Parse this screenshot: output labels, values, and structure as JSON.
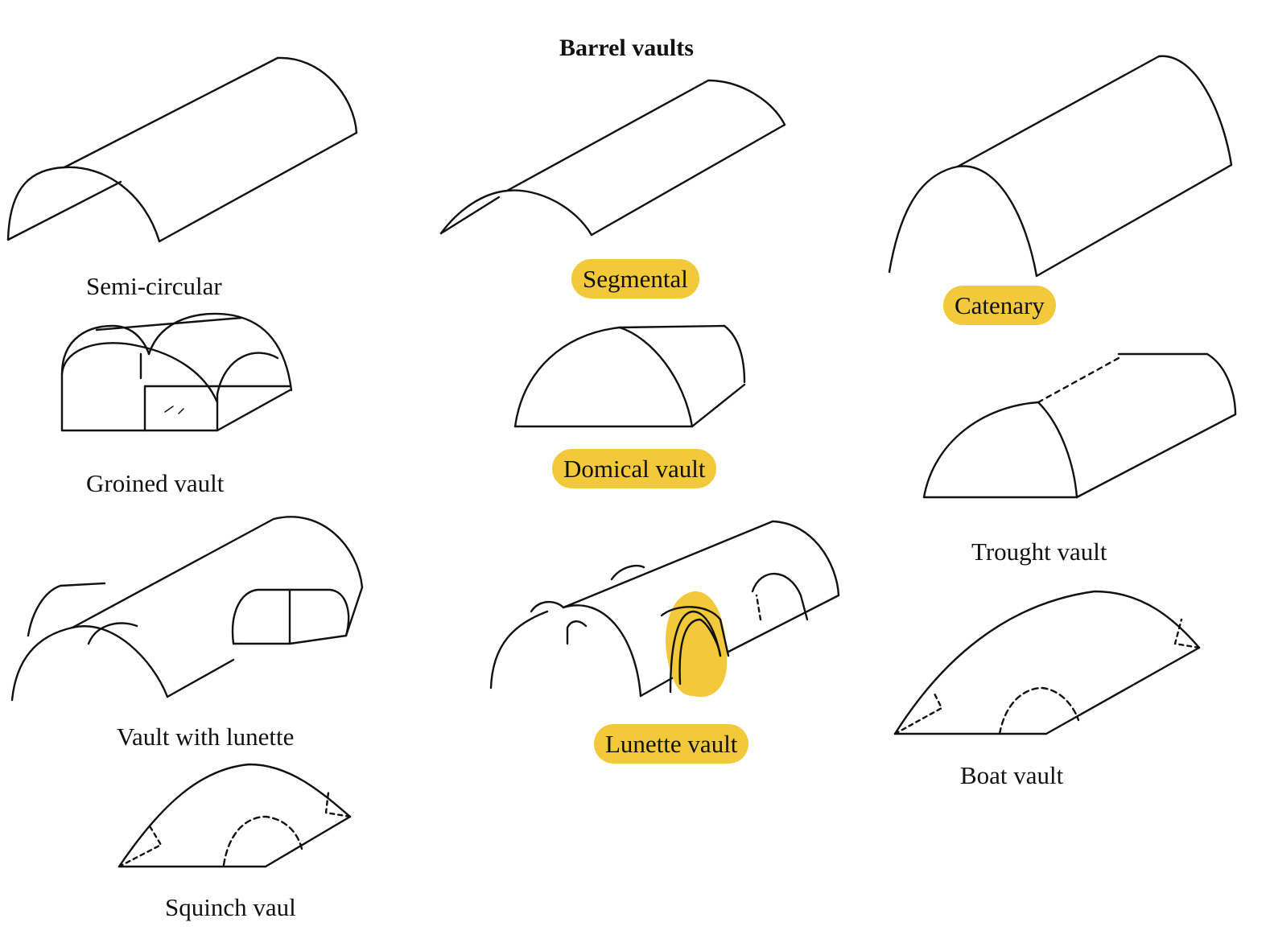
{
  "title": "Barrel vaults",
  "highlight_color": "#f2c93b",
  "labels": {
    "semi_circular": "Semi-circular",
    "segmental": "Segmental",
    "catenary": "Catenary",
    "groined": "Groined vault",
    "domical": "Domical vault",
    "trought": "Trought vault",
    "vault_lunette": "Vault with lunette",
    "lunette_vault": "Lunette vault",
    "boat": "Boat vault",
    "squinch": "Squinch vaul"
  },
  "highlighted": [
    "segmental",
    "catenary",
    "domical",
    "lunette_vault"
  ]
}
